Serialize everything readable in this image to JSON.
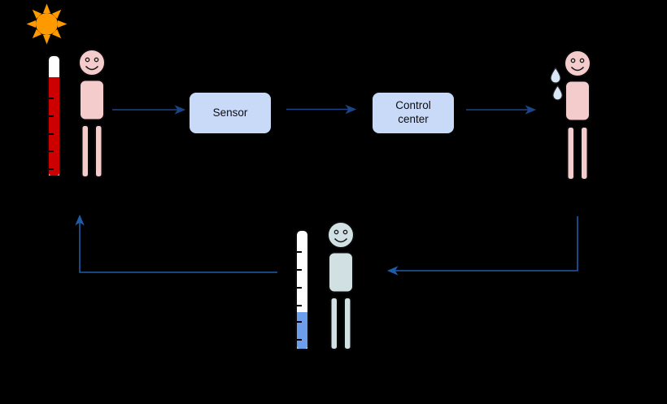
{
  "boxes": {
    "sensor": {
      "label": "Sensor"
    },
    "control": {
      "label": "Control center"
    }
  },
  "colors": {
    "bg": "#000000",
    "sun": "#ff9900",
    "mercury_hot": "#cc0000",
    "mercury_cool": "#6d9eeb",
    "skin_warm": "#f4cccc",
    "skin_cool": "#d0e0e3",
    "drop": "#d9e7f6",
    "box_fill": "#c9daf8",
    "box_border": "#000000",
    "arrow_main": "#1c4587",
    "arrow_loop": "#1f5ca8"
  },
  "icons": {
    "sun": "sun",
    "thermometer_hot": "thermometer-high-red",
    "thermometer_cool": "thermometer-low-blue",
    "person_warm": "smiling-person",
    "person_sweating": "smiling-person-with-sweat-drops",
    "person_cool": "smiling-person",
    "sweat_drops": "water-droplets"
  }
}
